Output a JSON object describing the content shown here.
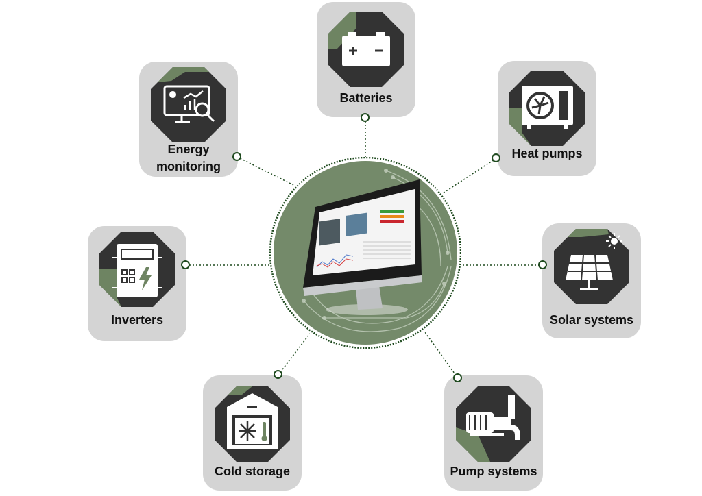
{
  "colors": {
    "card": "#d4d4d4",
    "octagon": "#333333",
    "accent": "#6e8462",
    "connector": "#1f4a1f"
  },
  "hub": {
    "name": "energy-dashboard-monitor"
  },
  "nodes": [
    {
      "id": "batteries",
      "label": "Batteries",
      "icon": "battery-icon"
    },
    {
      "id": "energy-monitoring",
      "label_line1": "Energy",
      "label_line2": "monitoring",
      "icon": "monitor-analytics-icon"
    },
    {
      "id": "heat-pumps",
      "label": "Heat pumps",
      "icon": "heat-pump-icon"
    },
    {
      "id": "inverters",
      "label": "Inverters",
      "icon": "inverter-icon"
    },
    {
      "id": "solar-systems",
      "label": "Solar systems",
      "icon": "solar-panel-icon"
    },
    {
      "id": "cold-storage",
      "label": "Cold storage",
      "icon": "cold-storage-icon"
    },
    {
      "id": "pump-systems",
      "label": "Pump systems",
      "icon": "pump-icon"
    }
  ]
}
